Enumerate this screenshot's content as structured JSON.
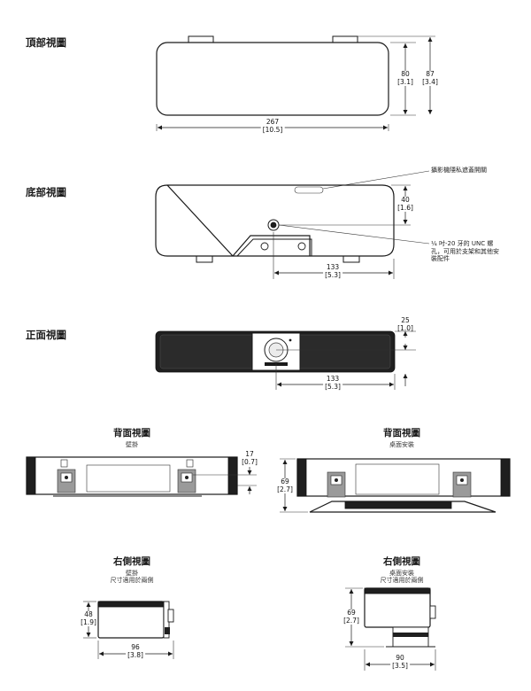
{
  "views": {
    "top": {
      "label": "頂部視圖",
      "dim_width": "267",
      "dim_width_in": "[10.5]",
      "dim_depth": "80",
      "dim_depth_in": "[3.1]",
      "dim_depth2": "87",
      "dim_depth2_in": "[3.4]"
    },
    "bottom": {
      "label": "底部視圖",
      "dim_offset": "40",
      "dim_offset_in": "[1.6]",
      "dim_half": "133",
      "dim_half_in": "[5.3]",
      "callout_privacy": "攝影機隱私遮蓋開關",
      "callout_thread": "¼ 吋-20 牙的 UNC 螺孔，可用於支架和其他安裝配件"
    },
    "front": {
      "label": "正面視圖",
      "dim_lens": "25",
      "dim_lens_in": "[1.0]",
      "dim_half": "133",
      "dim_half_in": "[5.3]"
    },
    "back_wall": {
      "title": "背面視圖",
      "subtitle": "壁掛",
      "dim_offset": "17",
      "dim_offset_in": "[0.7]"
    },
    "back_table": {
      "title": "背面視圖",
      "subtitle": "桌面安裝",
      "dim_height": "69",
      "dim_height_in": "[2.7]"
    },
    "right_wall": {
      "title": "右側視圖",
      "subtitle": "壁掛",
      "subtitle2": "尺寸適用於兩側",
      "dim_height": "48",
      "dim_height_in": "[1.9]",
      "dim_depth": "96",
      "dim_depth_in": "[3.8]"
    },
    "right_table": {
      "title": "右側視圖",
      "subtitle": "桌面安裝",
      "subtitle2": "尺寸適用於兩側",
      "dim_height": "69",
      "dim_height_in": "[2.7]",
      "dim_depth": "90",
      "dim_depth_in": "[3.5]"
    }
  },
  "colors": {
    "line": "#1a1a1a",
    "housing_dark": "#1f1f1f"
  }
}
